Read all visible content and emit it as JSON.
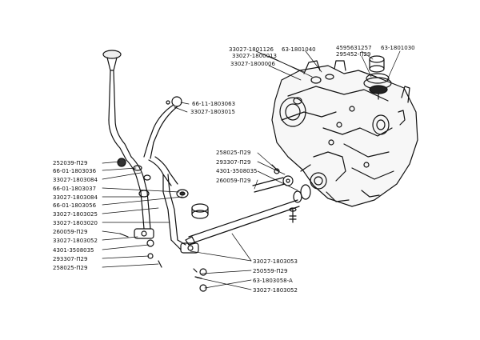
{
  "labels": {
    "l01": "33027-1801126",
    "l02": "33027-1800013",
    "l03": "33027-1800006",
    "l04": "63-1801040",
    "l05": "4595631257",
    "l06": "295452-П29",
    "l07": "63-1801030",
    "l08": "66-11-1803063",
    "l09": "33027-1803015",
    "l10": "252039-П29",
    "l11": "66-01-1803036",
    "l12": "33027-1803084",
    "l13": "66-01-1803037",
    "l14": "33027-1803084",
    "l15": "66-01-1803056",
    "l16": "33027-1803025",
    "l17": "33027-1803020",
    "l18": "260059-П29",
    "l19": "33027-1803052",
    "l20": "4301-3508035",
    "l21": "293307-П29",
    "l22": "258025-П29",
    "l23": "258025-П29",
    "l24": "293307-П29",
    "l25": "4301-3508035",
    "l26": "260059-П29",
    "l27": "33027-1803053",
    "l28": "250559-П29",
    "l29": "63-1803058-A",
    "l30": "33027-1803052"
  }
}
